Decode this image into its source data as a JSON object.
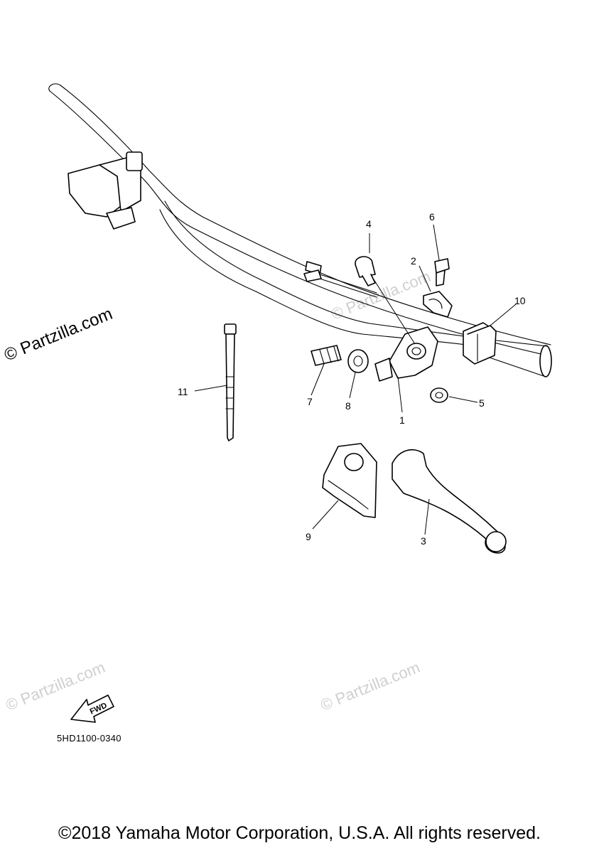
{
  "diagram": {
    "callouts": [
      {
        "id": "1",
        "label": "1"
      },
      {
        "id": "2",
        "label": "2"
      },
      {
        "id": "3",
        "label": "3"
      },
      {
        "id": "4",
        "label": "4"
      },
      {
        "id": "5",
        "label": "5"
      },
      {
        "id": "6",
        "label": "6"
      },
      {
        "id": "7",
        "label": "7"
      },
      {
        "id": "8",
        "label": "8"
      },
      {
        "id": "9",
        "label": "9"
      },
      {
        "id": "10",
        "label": "10"
      },
      {
        "id": "11",
        "label": "11"
      }
    ],
    "fwd_label": "FWD",
    "diagram_code": "5HD1100-0340"
  },
  "watermarks": {
    "side": "© Partzilla.com",
    "light": "© Partzilla.com"
  },
  "footer": {
    "copyright": "©2018 Yamaha Motor Corporation, U.S.A. All rights reserved."
  }
}
